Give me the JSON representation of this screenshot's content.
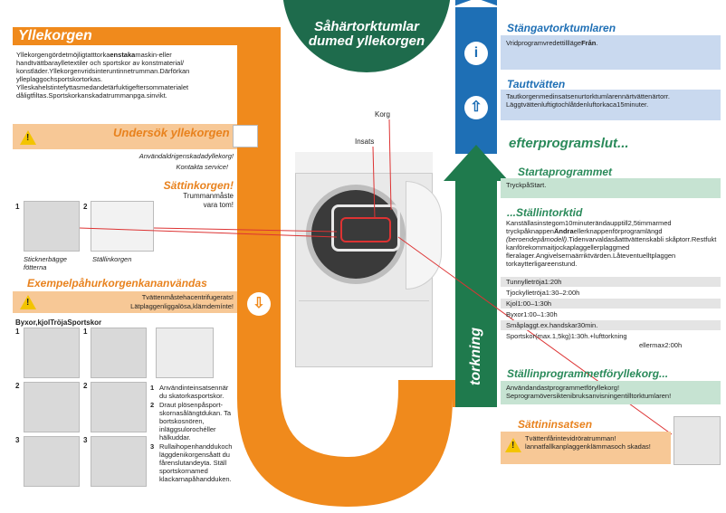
{
  "center_title": "Såhärtorktumlar dumed yllekorgen",
  "torkning": "torkning",
  "left": {
    "title": "Yllekorgen",
    "intro": "Yllekorgengördetmöjligtatttorka",
    "intro_bold": "enstaka",
    "intro_rest": "maskin-eller handtvättbaraylletextiler och sportskor av konstmaterial/ konstläder.Yllekorgenvridsinteruntinnetrumman.Därförkan ylleplaggochsportskortorkas. Ylleskahelstintefyttasmedandetärfuktigeftersommaterialet dåligtfiltas.Sportskorkanskadatrummanpga.sinvikt.",
    "inspect_title": "Undersök yllekorgen",
    "inspect_note1": "Användaldrigenskadadyllekorg!",
    "inspect_note2": "Kontakta service!",
    "insert_title": "Sättinkorgen!",
    "insert_note": "Trummanmåste vara tom!",
    "step1": "1",
    "step2": "2",
    "cap1": "Sticknerbägge fötterna",
    "cap2": "Ställinkorgen",
    "example_title": "Exempelpåhurkorgenkananvändas",
    "example_note1": "Tvättenmåstehacentrifugerats!",
    "example_note2": "Lätplaggenliggalösa,klämdemínte!",
    "items_title": "Byxor,kjolTröjaSportskor",
    "r1": "1",
    "r2": "2",
    "r3": "3",
    "instr1_num": "1",
    "instr1": "Användinteinsatsennär du skatorkasportskor.",
    "instr2_num": "2",
    "instr2": "Draut plösenpåsport- skornasålängtdukan. Ta bortskosnören, inläggsulorochéller hälkuddar.",
    "instr3_num": "3",
    "instr3": "Rullaihopenhanddukoch läggdenikorgensåatt du fårenslutandeyta. Ställ sportskornamed klackarnapåhanddukеn."
  },
  "middle": {
    "label_korg": "Korg",
    "label_insats": "Insats"
  },
  "right": {
    "s1_title": "Stängavtorktumlaren",
    "s1_text_a": "Vridprogramvredettillläge",
    "s1_text_b": "Från",
    "s1_text_c": ".",
    "s2_title": "Tauttvätten",
    "s2_text": "Tautkorgenmedinsatsenurtorktumlarennärtvättenärtorr. Läggtvättenluftigtochlåtdenluftorkaca15minuter.",
    "end_title": "efterprogramslut...",
    "start_title": "Startaprogrammet",
    "start_text": "TryckpåStart.",
    "time_title": "...Ställintorktid",
    "time_text1": "Kanställasinstegom10minuterändaupptill2,5timmarmed tryckpåknappen",
    "time_bold": "Ändra",
    "time_text2": "ellerknappenförprogramlängd",
    "time_italic": "(beroendepåmodell)",
    "time_text3": ".Tidenvarvaldasåatttvättenskabli skåptorr.Restfukt kanförekommaitjockaplaggellerplaggmed fleralager.Angivelsernaärriktvärden.Låteventuelltplaggen torkaytterligareenstund.",
    "times": [
      "Tunnylletröja1:20h",
      "Tjockylletröja1:30–2:00h",
      "Kjol1:00–1:30h",
      "Byxor1:00–1:30h",
      "Småplaggt.ex.handskar30min.",
      "Sportskor(max.1,5kg)1:30h.+lufttorkning"
    ],
    "times_extra": "ellermax2:00h",
    "setprog_title": "Ställinprogrammetföryllekorg...",
    "setprog_text": "Användandastprogrammetföryllekorg! Seprogramöversiktenibruksanvisningentilltorktumlaren!",
    "insats_title": "Sättininsatsen",
    "insats_text": "Tvättenfårintevidröratrumman! lannatfallkanplaggenklämmasoch skadas!"
  },
  "colors": {
    "orange": "#f08a1c",
    "blue": "#1e6fb5",
    "green": "#1f7a4d",
    "center_circle": "#1e6b4c"
  }
}
